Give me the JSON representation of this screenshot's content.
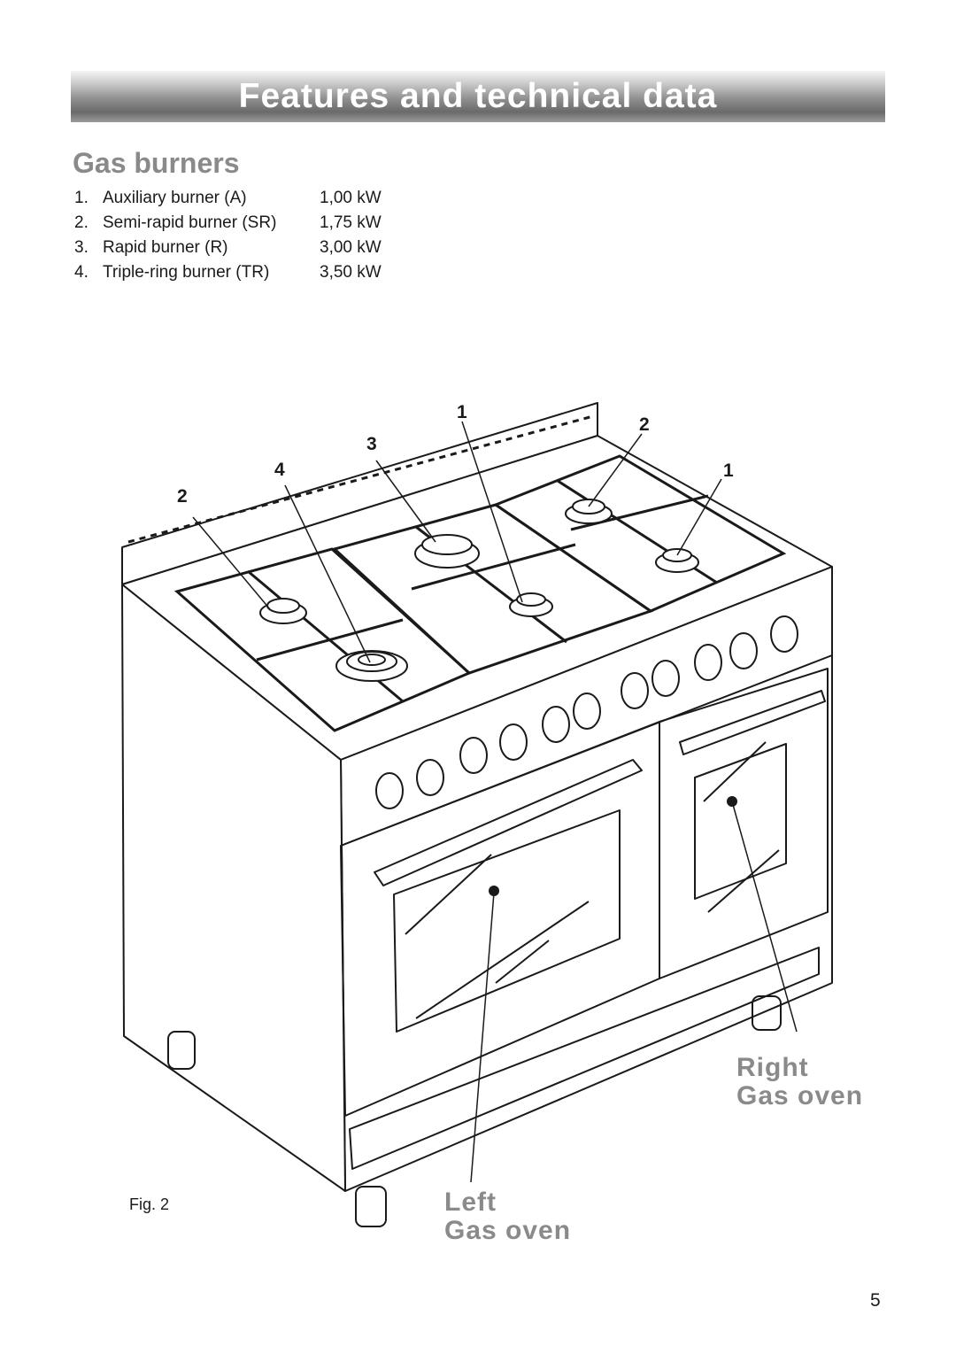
{
  "header": {
    "title": "Features and technical data"
  },
  "section": {
    "title": "Gas burners"
  },
  "burners": [
    {
      "num": "1.",
      "name": "Auxiliary burner (A)",
      "power": "1,00 kW"
    },
    {
      "num": "2.",
      "name": "Semi-rapid burner (SR)",
      "power": "1,75 kW"
    },
    {
      "num": "3.",
      "name": "Rapid burner (R)",
      "power": "3,00 kW"
    },
    {
      "num": "4.",
      "name": "Triple-ring burner (TR)",
      "power": "3,50 kW"
    }
  ],
  "callouts": {
    "top_1": "1",
    "top_2": "2",
    "top_3": "3",
    "top_4": "4",
    "left_2": "2",
    "right_1": "1"
  },
  "figure": {
    "caption": "Fig. 2",
    "right_oven": {
      "line1": "Right",
      "line2": "Gas oven"
    },
    "left_oven": {
      "line1": "Left",
      "line2": "Gas oven"
    }
  },
  "page": {
    "number": "5"
  }
}
